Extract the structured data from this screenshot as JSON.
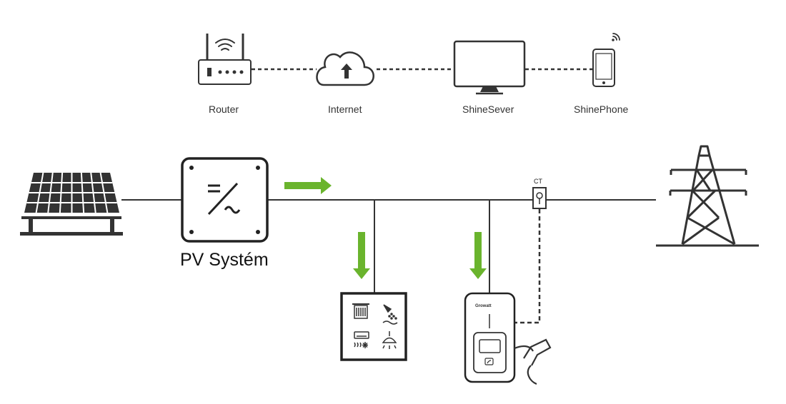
{
  "network": {
    "router_label": "Router",
    "internet_label": "Internet",
    "server_label": "ShineSever",
    "phone_label": "ShinePhone"
  },
  "system": {
    "pv_label": "PV Systém",
    "ct_label": "CT",
    "charger_brand": "Growatt"
  },
  "colors": {
    "line": "#333333",
    "flow_arrow": "#6ab42d",
    "background": "#ffffff"
  },
  "icons": [
    "solar-panel-icon",
    "inverter-icon",
    "router-icon",
    "cloud-upload-icon",
    "monitor-icon",
    "smartphone-icon",
    "wifi-icon",
    "ct-sensor-icon",
    "power-pylon-icon",
    "household-loads-icon",
    "ev-charger-icon",
    "charging-plug-icon"
  ]
}
